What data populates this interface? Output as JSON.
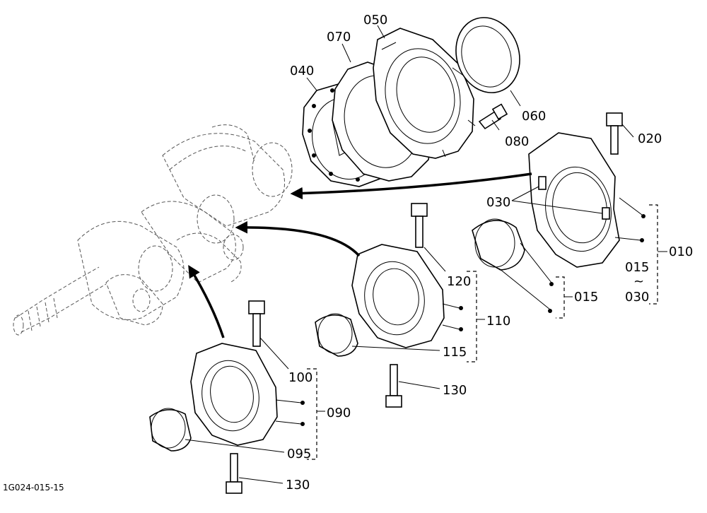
{
  "drawing_code": "1G024-015-15",
  "labels": {
    "p050": "050",
    "p070": "070",
    "p040": "040",
    "p060": "060",
    "p080": "080",
    "p020": "020",
    "p030": "030",
    "p010": "010",
    "p015a": "015",
    "p015b": "015",
    "tilde": "~",
    "p030b": "030",
    "p120": "120",
    "p110": "110",
    "p115": "115",
    "p130a": "130",
    "p100": "100",
    "p090": "090",
    "p095": "095",
    "p130b": "130"
  }
}
